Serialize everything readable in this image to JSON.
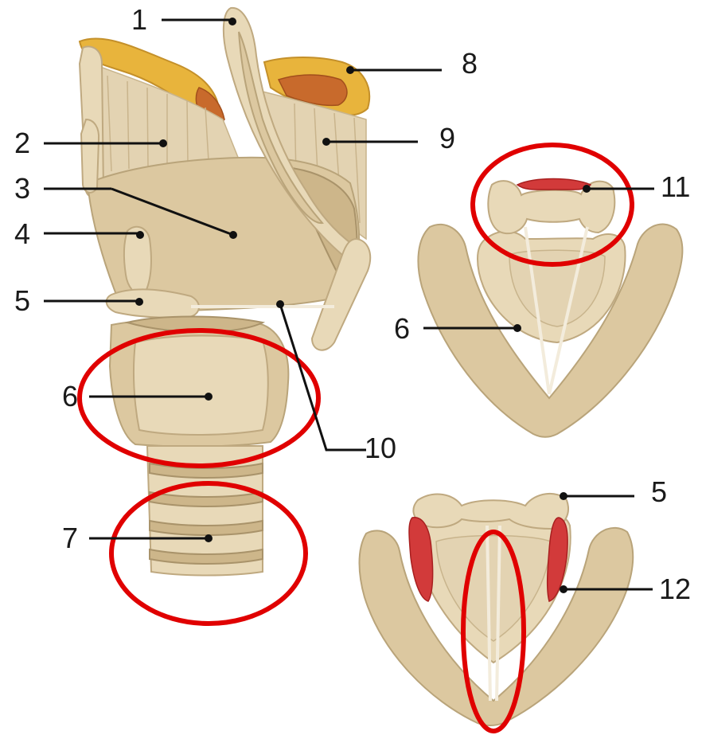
{
  "labels": {
    "l1": "1",
    "l2": "2",
    "l3": "3",
    "l4": "4",
    "l5": "5",
    "l6": "6",
    "l7": "7",
    "l8": "8",
    "l9": "9",
    "l10": "10",
    "l11": "11",
    "l12": "12",
    "l6b": "6",
    "l5b": "5"
  },
  "colors": {
    "bone": "#dcc8a0",
    "highlight_ring": "#e00000",
    "muscle": "#d23a3a",
    "hyoid": "#e8b43c",
    "label_text": "#1a1a1a"
  }
}
